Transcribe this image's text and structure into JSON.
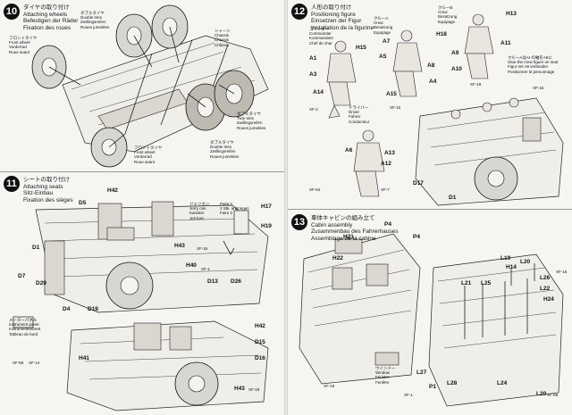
{
  "step10": {
    "num": "10",
    "title": [
      "タイヤの取り付け",
      "Attaching wheels",
      "Befestigen der Räder",
      "Fixation des roues"
    ],
    "labels": {
      "double_tire_a": [
        "ダブルタイヤ",
        "Double tires",
        "Zwillingsreifen",
        "Roues jumelées"
      ],
      "chassis": [
        "シャーシ",
        "Chassis",
        "Chassis",
        "Châssis"
      ],
      "front_tire_a": [
        "フロントタイヤ",
        "Front wheel",
        "Vorderrad",
        "Roue avant"
      ],
      "twin_tire": [
        "ダブルタイヤ",
        "Twin tires",
        "Zwillingsreifen",
        "Roues jumelées"
      ],
      "front_tire_b": [
        "フロントタイヤ",
        "Front wheel",
        "Vorderrad",
        "Roue avant"
      ],
      "double_tire_b": [
        "ダブルタイヤ",
        "Double tires",
        "Zwillingsreifen",
        "Roues jumelées"
      ]
    }
  },
  "step11": {
    "num": "11",
    "title": [
      "シートの取り付け",
      "Attaching seats",
      "Sitz-Einbau",
      "Fixation des sièges"
    ],
    "parts": [
      "D5",
      "H42",
      "D1",
      "D7",
      "D29",
      "D4",
      "D19",
      "H43",
      "D13",
      "D26",
      "H17",
      "H19",
      "H40",
      "H41",
      "D15",
      "D16",
      "H42",
      "H43"
    ],
    "jerry": [
      "ジェリカン",
      "Jerry can",
      "Kanister",
      "Jerrican"
    ],
    "jerry_note": [
      "Paint 2",
      "2 Stk. anbringen",
      "Faire 2"
    ],
    "instrument": [
      "メーターパネル",
      "Instrument panel",
      "Instrumentenbrett",
      "Tableau de bord"
    ],
    "callouts": [
      "XF-58",
      "XF-14",
      "XF-1",
      "XF-16",
      "XF-18"
    ]
  },
  "step12": {
    "num": "12",
    "title": [
      "人形の取り付け",
      "Positioning figure",
      "Einsetzen der Figur",
      "Installation de la figurine"
    ],
    "commander": [
      "コマンダー",
      "Commander",
      "Kommandant",
      "Chef de char"
    ],
    "crew_a": [
      "クルーA",
      "Crew",
      "Besatzung",
      "Equipage"
    ],
    "crew_b": [
      "クルーB",
      "Crew",
      "Besatzung",
      "Equipage"
    ],
    "driver": [
      "ドライバー",
      "Driver",
      "Fahrer",
      "Conducteur"
    ],
    "parts": [
      "H15",
      "A1",
      "A7",
      "A3",
      "A14",
      "A5",
      "A15",
      "A8",
      "H18",
      "A9",
      "A10",
      "A11",
      "H13",
      "A4",
      "A6",
      "A12",
      "A13",
      "D17",
      "D1"
    ],
    "note_right": [
      "クルーAはAI の軸をA9に",
      "Glue the crew figure on seat",
      "Figur mit A9 verbinden",
      "Positionner le personnage"
    ],
    "callouts": [
      "XF-2",
      "XF-10",
      "XF-18",
      "XF-64",
      "XF-7",
      "XF-15"
    ]
  },
  "step13": {
    "num": "13",
    "title": [
      "車体キャビンの組み立て",
      "Cabin assembly",
      "Zusammenbau des Fahrerhauses",
      "Assemblage de la cabine"
    ],
    "parts": [
      "P4",
      "P4",
      "H21",
      "H22",
      "L19",
      "L20",
      "L20",
      "L21",
      "L25",
      "L26",
      "L22",
      "L24",
      "H14",
      "H24",
      "L27",
      "L28",
      "P1"
    ],
    "window": [
      "ウインドー",
      "Window",
      "Fenster",
      "Fenêtre"
    ],
    "callouts": [
      "XF-18",
      "XF-1",
      "XF-16",
      "XF-58"
    ]
  }
}
